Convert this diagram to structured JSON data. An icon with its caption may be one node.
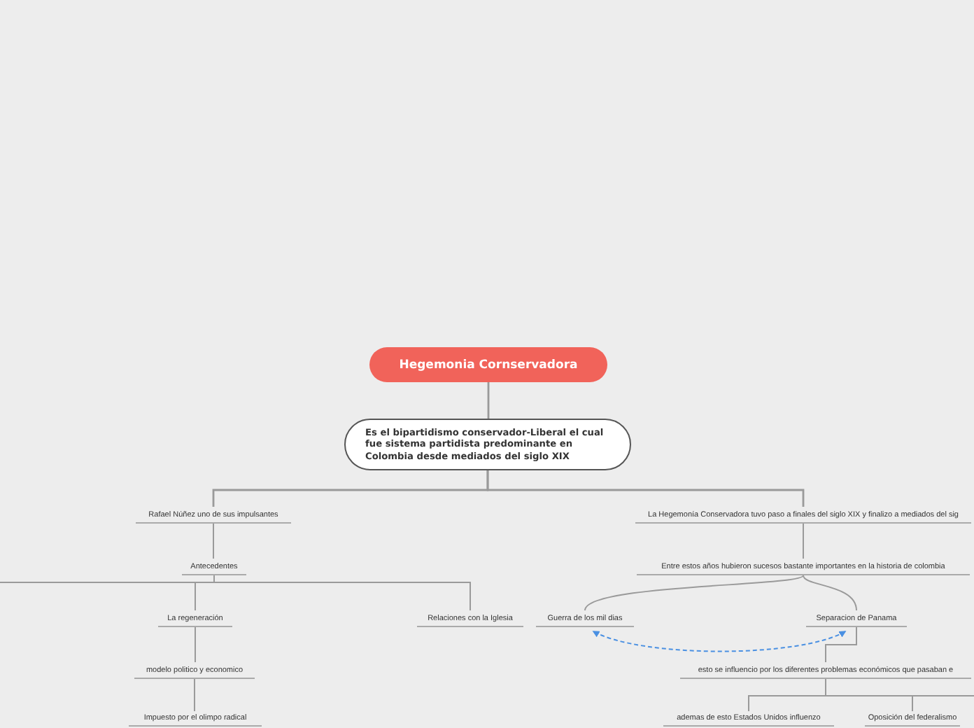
{
  "diagram": {
    "nodes": [
      {
        "text": [
          "Hegemonia Cornservadora"
        ]
      },
      {
        "text": [
          "Es el bipartidismo conservador-Liberal el cual fue sistema partidista predominante en Colombia desde mediados del siglo XIX"
        ]
      },
      {
        "text": [
          "Rafael Núñez uno de sus impulsantes"
        ]
      },
      {
        "text": [
          "Antecedentes"
        ]
      },
      {
        "text": [
          "La regeneración"
        ]
      },
      {
        "text": [
          "modelo politico y economico"
        ]
      },
      {
        "text": [
          "Impuesto por el olimpo radical"
        ]
      },
      {
        "text": [
          "Relaciones con la Iglesia"
        ]
      },
      {
        "text": [
          "La Hegemonía Conservadora tuvo paso a finales del siglo XIX y  finalizo a mediados del sig"
        ]
      },
      {
        "text": [
          "Entre estos años hubieron sucesos bastante importantes en la historia de colombia"
        ]
      },
      {
        "text": [
          "Guerra de los mil dias"
        ]
      },
      {
        "text": [
          "Separacion de Panama"
        ]
      },
      {
        "text": [
          "esto se influencio por los diferentes problemas económicos que pasaban e"
        ]
      },
      {
        "text": [
          "ademas de esto Estados Unidos influenzo"
        ]
      },
      {
        "text": [
          "Oposición del federalismo"
        ]
      }
    ],
    "edges": [
      {
        "from": 0,
        "to": 1,
        "arrow": "none"
      },
      {
        "from": 1,
        "to": 2,
        "arrow": "none"
      },
      {
        "from": 1,
        "to": 8,
        "arrow": "none"
      },
      {
        "from": 2,
        "to": 3,
        "arrow": "none"
      },
      {
        "from": 3,
        "to": null,
        "arrow": "none"
      },
      {
        "from": 3,
        "to": 4,
        "arrow": "none"
      },
      {
        "from": 3,
        "to": 7,
        "arrow": "none"
      },
      {
        "from": 4,
        "to": 5,
        "arrow": "none"
      },
      {
        "from": 5,
        "to": 6,
        "arrow": "none"
      },
      {
        "from": 8,
        "to": 9,
        "arrow": "none"
      },
      {
        "from": 9,
        "to": 10,
        "arrow": "none"
      },
      {
        "from": 9,
        "to": 11,
        "arrow": "none"
      },
      {
        "from": 11,
        "to": 10,
        "arrow": "both",
        "style": "dashed",
        "color": "#4a90e2"
      },
      {
        "from": 11,
        "to": 12,
        "arrow": "none"
      },
      {
        "from": 12,
        "to": 13,
        "arrow": "none"
      },
      {
        "from": 12,
        "to": 14,
        "arrow": "none"
      },
      {
        "from": 12,
        "to": null,
        "arrow": "none"
      }
    ]
  }
}
